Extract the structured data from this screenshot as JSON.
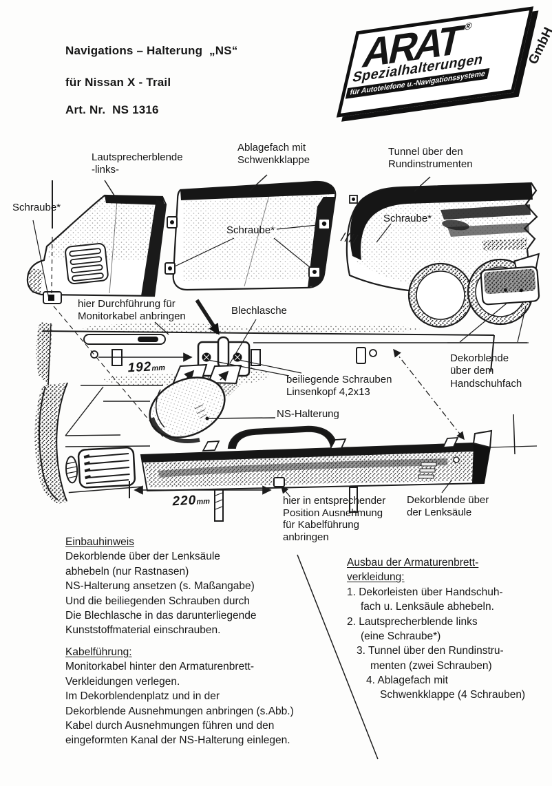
{
  "page_title": {
    "line1": "Navigations – Halterung  „NS“",
    "line2": "für Nissan X - Trail",
    "line3": "Art. Nr.  NS 1316"
  },
  "logo": {
    "brand": "ARAT",
    "registered": "®",
    "company_suffix": "GmbH",
    "subtitle": "Spezialhalterungen",
    "tagline": "für Autotelefone u.-Navigationssysteme"
  },
  "diagram": {
    "labels": {
      "speaker_trim": "Lautsprecherblende\n-links-",
      "storage": "Ablagefach mit\nSchwenkklappe",
      "tunnel": "Tunnel über den\nRundinstrumenten",
      "screw_left": "Schraube*",
      "screw_mid": "Schraube*",
      "screw_right": "Schraube*",
      "cable_hole": "hier Durchführung für\nMonitorkabel anbringen",
      "metal_tab": "Blechlasche",
      "screws_included": "beiliegende Schrauben\nLinsenkopf 4,2x13",
      "ns_mount": "NS-Halterung",
      "glovebox_trim": "Dekorblende\nüber dem\nHandschuhfach",
      "cutout_note": "hier in entsprechender\nPosition Ausnehmung\nfür Kabelführung\nanbringen",
      "column_trim": "Dekorblende über\nder Lenksäule"
    },
    "dimensions": {
      "a": {
        "value": "192",
        "unit": "mm"
      },
      "b": {
        "value": "220",
        "unit": "mm"
      }
    }
  },
  "sections": {
    "einbauhinweis": {
      "heading": "Einbauhinweis",
      "lines": [
        "Dekorblende über der Lenksäule",
        "abhebeln (nur Rastnasen)",
        "NS-Halterung ansetzen (s. Maßangabe)",
        "Und die beiliegenden Schrauben durch",
        "Die Blechlasche in das darunterliegende",
        "Kunststoffmaterial einschrauben."
      ]
    },
    "kabelfuehrung": {
      "heading": "Kabelführung:",
      "lines": [
        "Monitorkabel hinter den Armaturenbrett-",
        "Verkleidungen verlegen.",
        "Im Dekorblendenplatz und in der",
        "Dekorblende Ausnehmungen anbringen (s.Abb.)",
        "Kabel durch Ausnehmungen führen und den",
        "eingeformten Kanal der NS-Halterung einlegen."
      ]
    },
    "ausbau": {
      "heading_line1": "Ausbau der Armaturenbrett-",
      "heading_line2": "verkleidung:",
      "items": [
        {
          "line1": "1. Dekorleisten über Handschuh-",
          "line2": "fach u. Lenksäule abhebeln."
        },
        {
          "line1": "2. Lautsprecherblende links",
          "line2": "(eine Schraube*)"
        },
        {
          "line1": "3. Tunnel über den Rundinstru-",
          "line2": "menten (zwei Schrauben)"
        },
        {
          "line1": "4. Ablagefach mit",
          "line2": "Schwenkklappe (4 Schrauben)"
        }
      ]
    }
  }
}
